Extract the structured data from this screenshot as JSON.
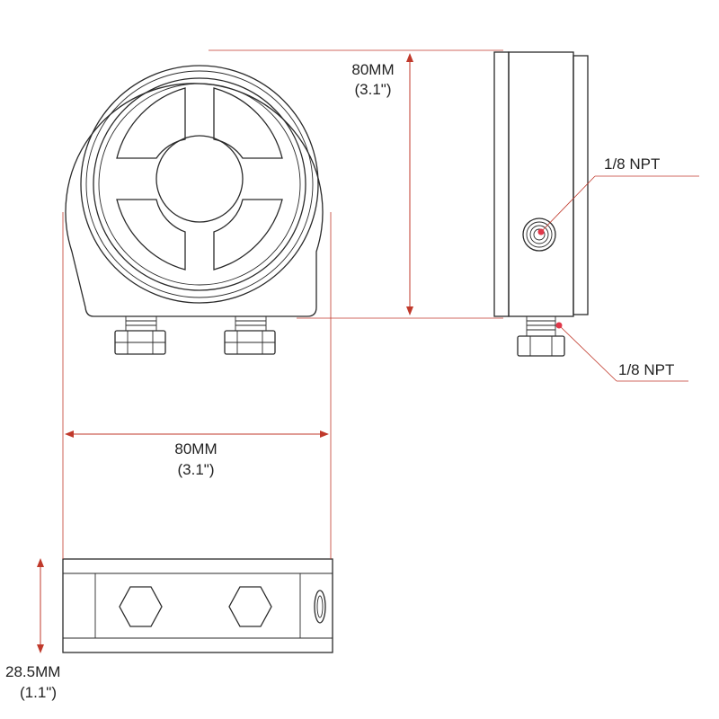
{
  "dimensions": {
    "height": {
      "mm": "80MM",
      "inch": "(3.1\")"
    },
    "width": {
      "mm": "80MM",
      "inch": "(3.1\")"
    },
    "thickness": {
      "mm": "28.5MM",
      "inch": "(1.1\")"
    }
  },
  "callouts": {
    "side_port": "1/8 NPT",
    "bottom_port": "1/8 NPT"
  },
  "colors": {
    "outline": "#2a2a2a",
    "dimension_line": "#c0392b",
    "callout_dot": "#e0384a"
  }
}
